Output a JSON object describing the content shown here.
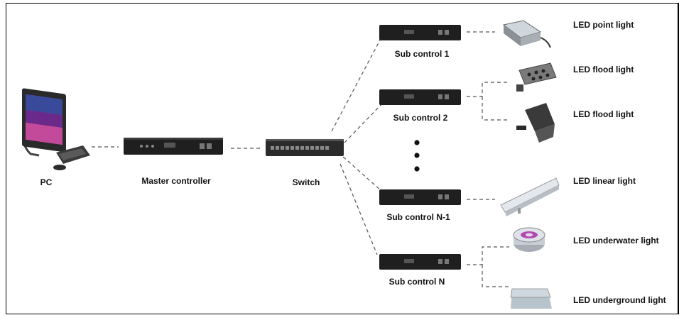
{
  "diagram": {
    "pc_label": "PC",
    "master_label": "Master controller",
    "switch_label": "Switch",
    "sub_controls": [
      "Sub control 1",
      "Sub control 2",
      "Sub control N-1",
      "Sub control N"
    ],
    "lights": [
      "LED point light",
      "LED flood light",
      "LED flood light",
      "LED linear light",
      "LED underwater light",
      "LED underground light"
    ],
    "colors": {
      "device_body": "#1f1f1f",
      "connector_line": "#555555",
      "text": "#111111"
    }
  }
}
